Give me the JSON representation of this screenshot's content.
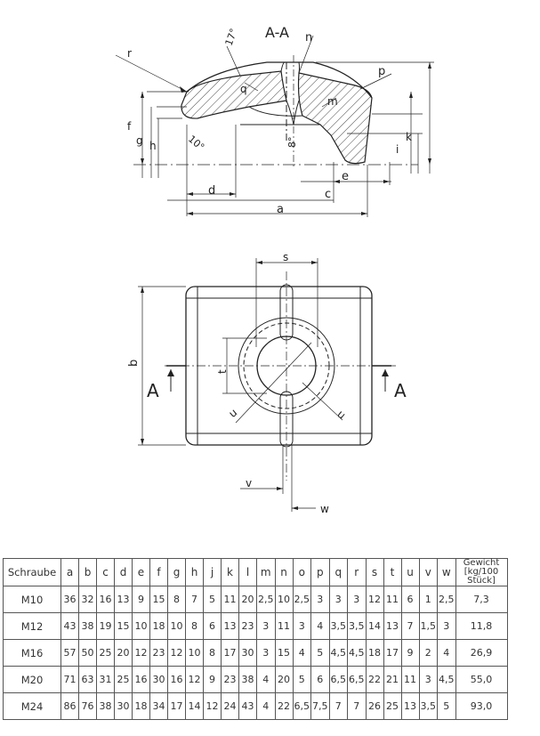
{
  "section_label": "A-A",
  "section_marker": "A",
  "top_view_labels": {
    "r": "r",
    "n": "n",
    "p": "p",
    "q": "q",
    "m": "m",
    "f": "f",
    "g": "g",
    "h": "h",
    "k": "k",
    "i": "i",
    "d": "d",
    "e": "e",
    "c": "c",
    "a": "a",
    "angle17": "17°",
    "angle10": "10°",
    "angle8": "8°"
  },
  "plan_view_labels": {
    "s": "s",
    "b": "b",
    "t": "t",
    "u1": "u",
    "u2": "u",
    "v": "v",
    "w": "w"
  },
  "table": {
    "headers": [
      "Schraube",
      "a",
      "b",
      "c",
      "d",
      "e",
      "f",
      "g",
      "h",
      "j",
      "k",
      "l",
      "m",
      "n",
      "o",
      "p",
      "q",
      "r",
      "s",
      "t",
      "u",
      "v",
      "w",
      "Gewicht [kg/100 Stück]"
    ],
    "rows": [
      [
        "M10",
        "36",
        "32",
        "16",
        "13",
        "9",
        "15",
        "8",
        "7",
        "5",
        "11",
        "20",
        "2,5",
        "10",
        "2,5",
        "3",
        "3",
        "3",
        "12",
        "11",
        "6",
        "1",
        "2,5",
        "7,3"
      ],
      [
        "M12",
        "43",
        "38",
        "19",
        "15",
        "10",
        "18",
        "10",
        "8",
        "6",
        "13",
        "23",
        "3",
        "11",
        "3",
        "4",
        "3,5",
        "3,5",
        "14",
        "13",
        "7",
        "1,5",
        "3",
        "11,8"
      ],
      [
        "M16",
        "57",
        "50",
        "25",
        "20",
        "12",
        "23",
        "12",
        "10",
        "8",
        "17",
        "30",
        "3",
        "15",
        "4",
        "5",
        "4,5",
        "4,5",
        "18",
        "17",
        "9",
        "2",
        "4",
        "26,9"
      ],
      [
        "M20",
        "71",
        "63",
        "31",
        "25",
        "16",
        "30",
        "16",
        "12",
        "9",
        "23",
        "38",
        "4",
        "20",
        "5",
        "6",
        "6,5",
        "6,5",
        "22",
        "21",
        "11",
        "3",
        "4,5",
        "55,0"
      ],
      [
        "M24",
        "86",
        "76",
        "38",
        "30",
        "18",
        "34",
        "17",
        "14",
        "12",
        "24",
        "43",
        "4",
        "22",
        "6,5",
        "7,5",
        "7",
        "7",
        "26",
        "25",
        "13",
        "3,5",
        "5",
        "93,0"
      ]
    ]
  }
}
